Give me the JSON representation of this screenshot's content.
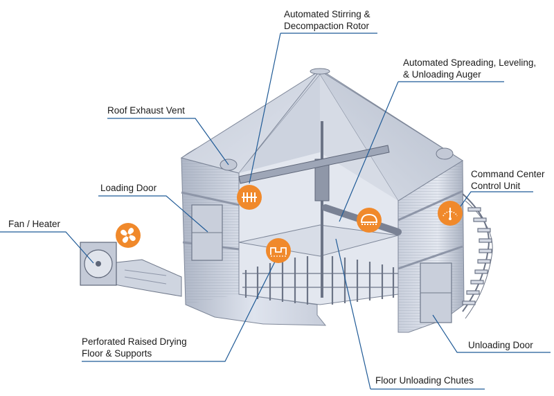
{
  "diagram": {
    "colors": {
      "accent": "#f0892b",
      "leader_line": "#1f5a96",
      "steel_light": "#dde2ec",
      "steel_mid": "#b9c0cf",
      "steel_dark": "#7d8698"
    },
    "labels": {
      "stirring_rotor": [
        "Automated Stirring &",
        "Decompaction Rotor"
      ],
      "spreading_auger": [
        "Automated Spreading, Leveling,",
        "& Unloading Auger"
      ],
      "roof_vent": [
        "Roof Exhaust Vent"
      ],
      "loading_door": [
        "Loading Door"
      ],
      "command_center": [
        "Command Center",
        "Control Unit"
      ],
      "fan_heater": [
        "Fan / Heater"
      ],
      "raised_floor": [
        "Perforated Raised Drying",
        "Floor & Supports"
      ],
      "unloading_door": [
        "Unloading Door"
      ],
      "floor_chutes": [
        "Floor Unloading Chutes"
      ]
    },
    "icons": [
      "fan-icon",
      "rotor-icon",
      "auger-icon",
      "gauge-icon",
      "floor-icon"
    ]
  }
}
